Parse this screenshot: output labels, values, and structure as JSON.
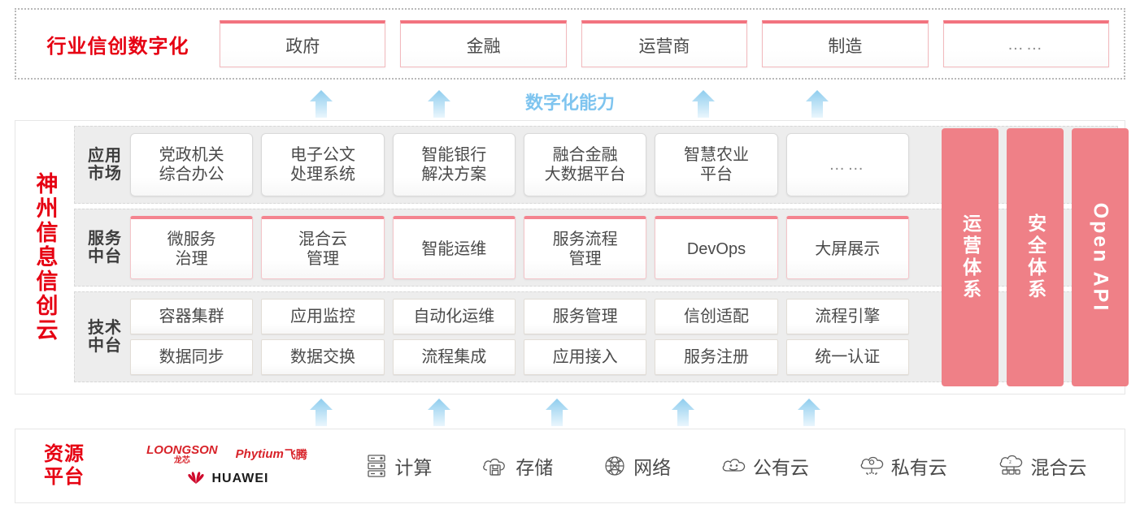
{
  "industry": {
    "title": "行业信创数字化",
    "cards": [
      {
        "label": "政府"
      },
      {
        "label": "金融"
      },
      {
        "label": "运营商"
      },
      {
        "label": "制造"
      },
      {
        "label": "……"
      }
    ]
  },
  "capability": {
    "label": "数字化能力",
    "arrow_count_top": 4,
    "arrow_count_bottom": 5,
    "arrow_color": "#a9d8f3"
  },
  "cloud": {
    "title": "神州信息信创云",
    "rows": [
      {
        "label": "应用市场",
        "style": "rounded",
        "items": [
          {
            "label": "党政机关\n综合办公"
          },
          {
            "label": "电子公文\n处理系统"
          },
          {
            "label": "智能银行\n解决方案"
          },
          {
            "label": "融合金融\n大数据平台"
          },
          {
            "label": "智慧农业\n平台"
          },
          {
            "label": "……"
          }
        ]
      },
      {
        "label": "服务中台",
        "style": "pinktop",
        "items": [
          {
            "label": "微服务\n治理"
          },
          {
            "label": "混合云\n管理"
          },
          {
            "label": "智能运维"
          },
          {
            "label": "服务流程\n管理"
          },
          {
            "label": "DevOps"
          },
          {
            "label": "大屏展示"
          }
        ]
      },
      {
        "label": "技术中台",
        "style": "square",
        "line1": [
          {
            "label": "容器集群"
          },
          {
            "label": "应用监控"
          },
          {
            "label": "自动化运维"
          },
          {
            "label": "服务管理"
          },
          {
            "label": "信创适配"
          },
          {
            "label": "流程引擎"
          }
        ],
        "line2": [
          {
            "label": "数据同步"
          },
          {
            "label": "数据交换"
          },
          {
            "label": "流程集成"
          },
          {
            "label": "应用接入"
          },
          {
            "label": "服务注册"
          },
          {
            "label": "统一认证"
          }
        ]
      }
    ],
    "pillars": [
      {
        "label": "运营体系",
        "kind": "cn",
        "color": "#ef8087"
      },
      {
        "label": "安全体系",
        "kind": "cn",
        "color": "#ef8087"
      },
      {
        "label": "Open API",
        "kind": "en",
        "color": "#ef8087"
      }
    ]
  },
  "resource": {
    "title": "资源\n平台",
    "vendors": [
      {
        "name": "LOONGSON",
        "cn": "龙芯",
        "type": "loongson"
      },
      {
        "name": "Phytium",
        "cn": "飞腾",
        "type": "phytium"
      },
      {
        "name": "HUAWEI",
        "cn": "",
        "type": "huawei"
      }
    ],
    "items": [
      {
        "label": "计算",
        "icon": "server-icon"
      },
      {
        "label": "存储",
        "icon": "cloud-disk-icon"
      },
      {
        "label": "网络",
        "icon": "network-globe-icon"
      },
      {
        "label": "公有云",
        "icon": "public-cloud-icon"
      },
      {
        "label": "私有云",
        "icon": "private-cloud-icon"
      },
      {
        "label": "混合云",
        "icon": "hybrid-cloud-icon"
      }
    ]
  },
  "colors": {
    "brand_red": "#e60012",
    "pillar_pink": "#ef8087",
    "card_top_pink": "#f2737f",
    "arrow_blue": "#a9d8f3",
    "row_gray": "#ededed"
  }
}
